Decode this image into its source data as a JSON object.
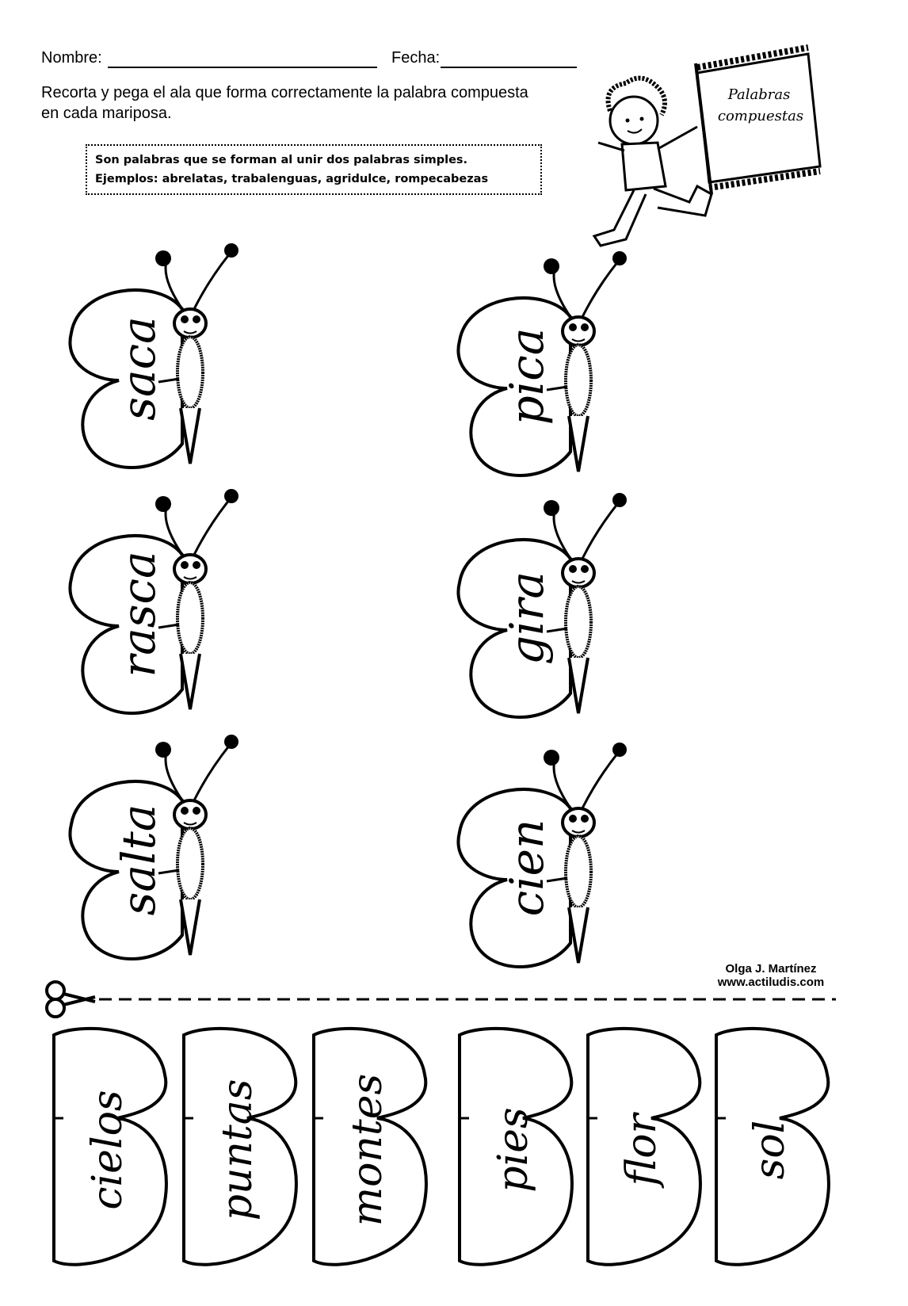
{
  "header": {
    "name_label": "Nombre:",
    "date_label": "Fecha:",
    "instruction_line1": "Recorta y pega el ala que forma correctamente la palabra compuesta",
    "instruction_line2": "en cada mariposa.",
    "definition_line1": "Son palabras que se forman al unir dos palabras simples.",
    "definition_line2": "Ejemplos: abrelatas, trabalenguas, agridulce, rompecabezas"
  },
  "banner": {
    "line1": "Palabras",
    "line2": "compuestas"
  },
  "butterflies": [
    {
      "word": "saca"
    },
    {
      "word": "pica"
    },
    {
      "word": "rasca"
    },
    {
      "word": "gira"
    },
    {
      "word": "salta"
    },
    {
      "word": "cien"
    }
  ],
  "credit": {
    "author": "Olga J. Martínez",
    "website": "www.actiludis.com"
  },
  "cutout_wings": [
    {
      "word": "cielos"
    },
    {
      "word": "puntas"
    },
    {
      "word": "montes"
    },
    {
      "word": "pies"
    },
    {
      "word": "flor"
    },
    {
      "word": "sol"
    }
  ],
  "colors": {
    "ink": "#000000",
    "paper": "#ffffff"
  },
  "icons": {
    "scissors": "scissors-icon",
    "illustration": "girl-with-banner-illustration"
  }
}
